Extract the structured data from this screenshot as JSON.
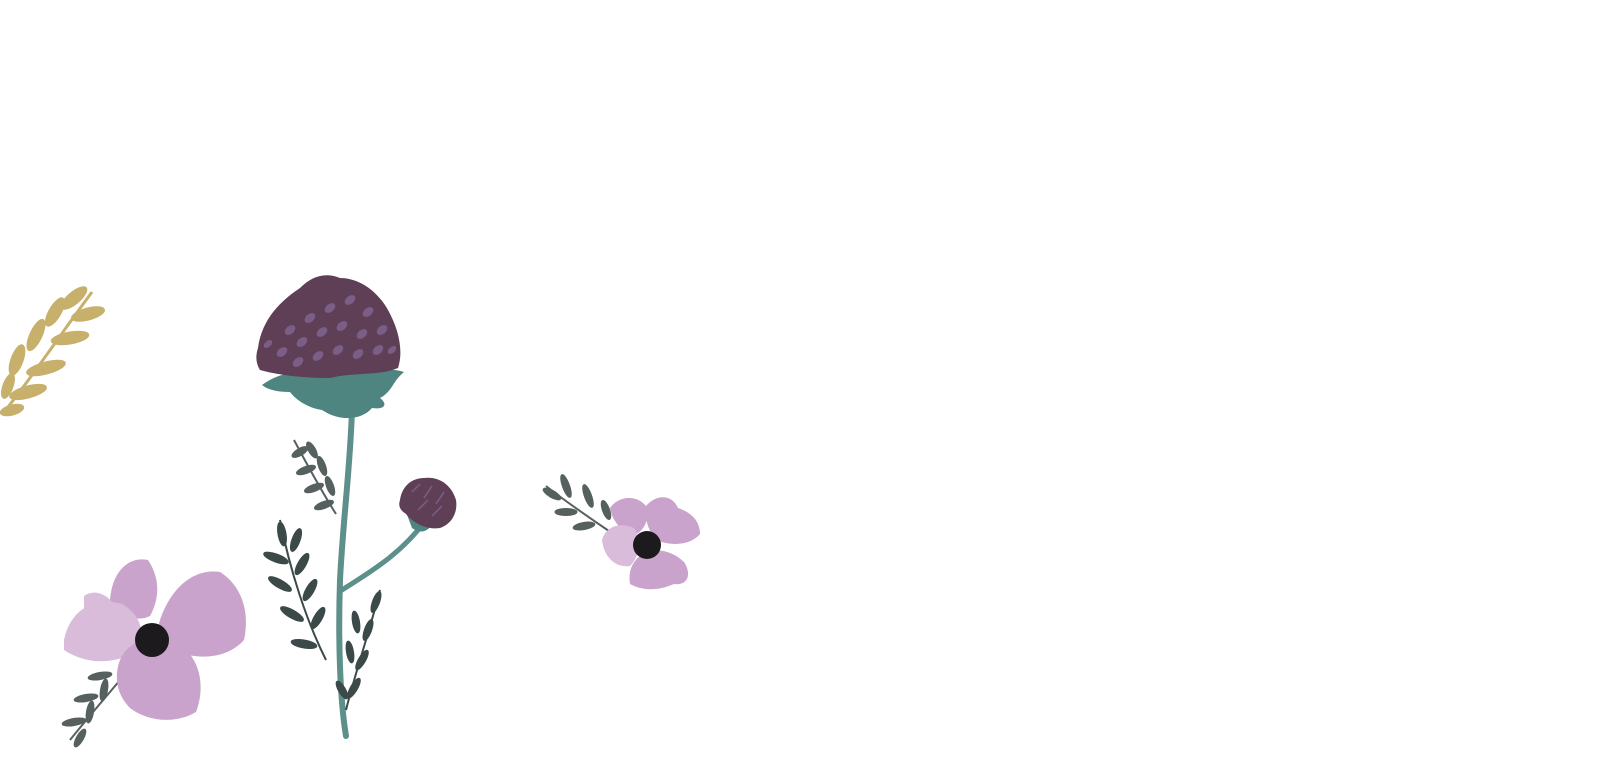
{
  "scene": {
    "background": "#ffffff",
    "colors": {
      "thistle_head": "#5e3f55",
      "thistle_spots": "#7b5e86",
      "stem": "#5d8f8b",
      "calyx": "#4e8580",
      "leaf_dark": "#3b4a48",
      "leaf_gray": "#55605f",
      "petal": "#c9a3cb",
      "petal_light": "#d9bcd9",
      "flower_center": "#1d1a1e",
      "gold_sprig": "#c7b06b"
    },
    "elements": [
      "gold-sprig",
      "large-thistle",
      "small-thistle-bud",
      "large-pink-flower",
      "small-pink-flower",
      "leaf-sprigs"
    ]
  }
}
